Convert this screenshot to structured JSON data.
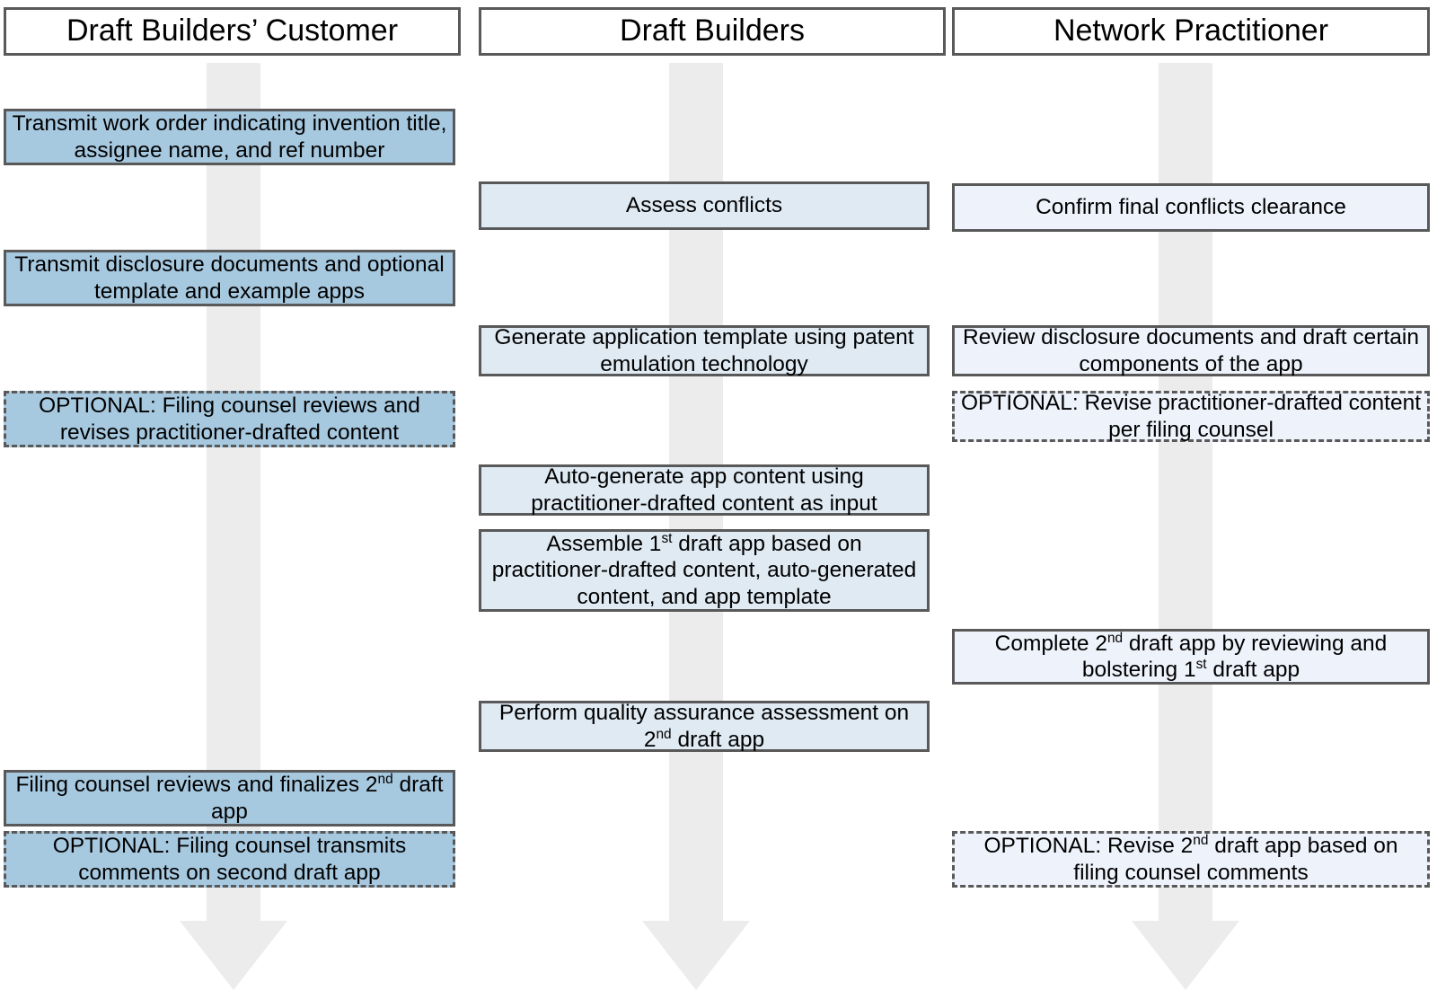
{
  "diagram": {
    "type": "swimlane-flowchart",
    "orientation": "vertical-columns",
    "colors": {
      "lane1_fill": "#a7c9e0",
      "lane2_fill": "#dfeaf3",
      "lane3_fill": "#eef2fb",
      "box_border": "#595959",
      "arrow_fill": "#ececec",
      "background": "#ffffff",
      "text": "#000000"
    }
  },
  "lanes": [
    {
      "id": "lane-1",
      "title": "Draft Builders’ Customer",
      "arrow_icon": "down-arrow-icon",
      "steps": [
        {
          "id": "step-transmit-work-order",
          "label": "Transmit work order indicating invention title, assignee name, and ref number",
          "optional": false
        },
        {
          "id": "step-transmit-disclosure-documents",
          "label": "Transmit disclosure documents and optional template and example apps",
          "optional": false
        },
        {
          "id": "step-optional-filing-counsel-reviews",
          "label": "OPTIONAL: Filing counsel reviews and revises practitioner-drafted content",
          "optional": true
        },
        {
          "id": "step-filing-counsel-finalizes",
          "label": "Filing counsel reviews and finalizes 2<sup>nd</sup> draft app",
          "optional": false
        },
        {
          "id": "step-optional-transmit-comments",
          "label": "OPTIONAL: Filing counsel transmits comments on second draft app",
          "optional": true
        }
      ]
    },
    {
      "id": "lane-2",
      "title": "Draft Builders",
      "arrow_icon": "down-arrow-icon",
      "steps": [
        {
          "id": "step-assess-conflicts",
          "label": "Assess conflicts",
          "optional": false
        },
        {
          "id": "step-generate-application-template",
          "label": "Generate application template using patent emulation technology",
          "optional": false
        },
        {
          "id": "step-auto-generate-app-content",
          "label": "Auto-generate app content using practitioner-drafted content as input",
          "optional": false
        },
        {
          "id": "step-assemble-first-draft-app",
          "label": "Assemble 1<sup>st</sup> draft app based on practitioner-drafted content, auto-generated content, and app template",
          "optional": false
        },
        {
          "id": "step-perform-quality-assurance",
          "label": "Perform quality assurance assessment on 2<sup>nd</sup> draft app",
          "optional": false
        }
      ]
    },
    {
      "id": "lane-3",
      "title": "Network Practitioner",
      "arrow_icon": "down-arrow-icon",
      "steps": [
        {
          "id": "step-confirm-final-conflicts-clearance",
          "label": "Confirm final conflicts clearance",
          "optional": false
        },
        {
          "id": "step-review-disclosure-documents",
          "label": "Review disclosure documents and draft certain components of the app",
          "optional": false
        },
        {
          "id": "step-optional-revise-practitioner-drafted",
          "label": "OPTIONAL: Revise practitioner-drafted content per filing counsel",
          "optional": true
        },
        {
          "id": "step-complete-second-draft-app",
          "label": "Complete 2<sup>nd</sup> draft app by reviewing and bolstering 1<sup>st</sup> draft app",
          "optional": false
        },
        {
          "id": "step-optional-revise-second-draft-app",
          "label": "OPTIONAL: Revise 2<sup>nd</sup> draft app based on filing counsel comments",
          "optional": true
        }
      ]
    }
  ]
}
